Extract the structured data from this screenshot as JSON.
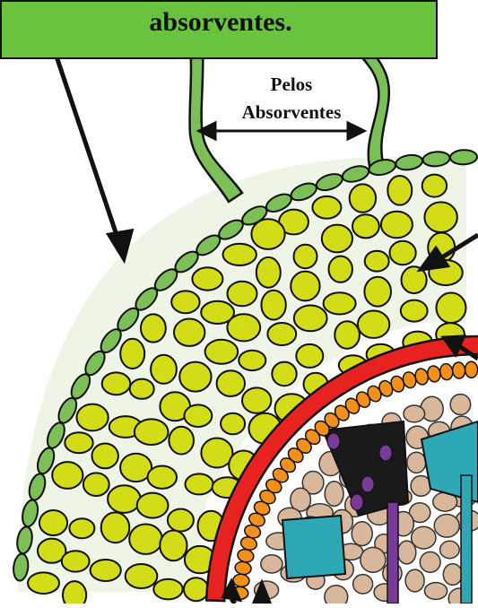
{
  "header_box": {
    "text": "absorventes."
  },
  "hair_label": {
    "line1": "Pelos",
    "line2": "Absorventes"
  },
  "colors": {
    "epidermis": "#7bbf56",
    "cortex": "#d2dc17",
    "endodermis": "#e8231f",
    "pericycle": "#f39019",
    "pith": "#d9b79a",
    "xylem": "#2ea8b7",
    "phloem": "#7a3a97",
    "label_box": "#69c33f"
  }
}
